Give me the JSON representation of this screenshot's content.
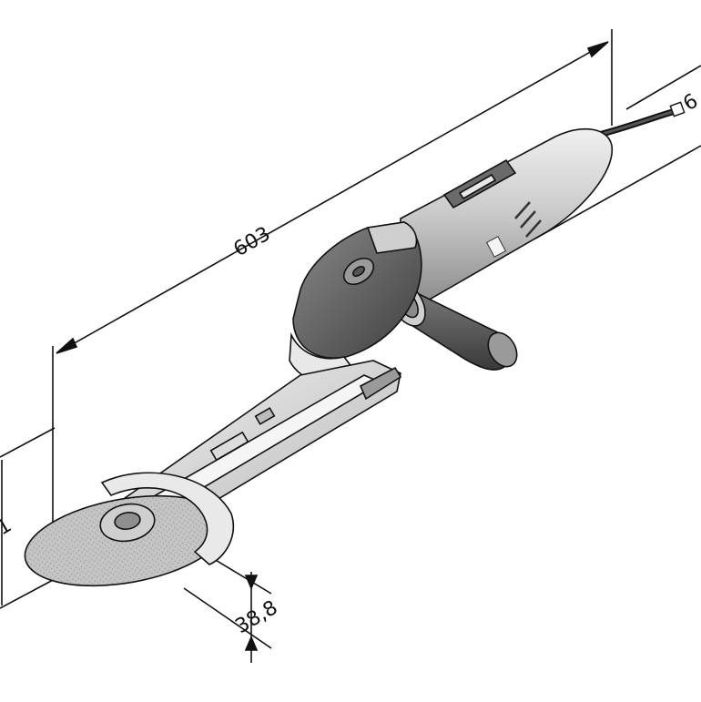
{
  "dimensions": {
    "length_label": "603",
    "right_label_fragment": "6",
    "left_label_fragment": "1",
    "disc_offset_label": "38,8"
  },
  "colors": {
    "line": "#111111",
    "body_light": "#d9d9d9",
    "body_mid": "#a9a9a9",
    "body_dark": "#5b5b5b",
    "disc": "#bdbdbd"
  }
}
